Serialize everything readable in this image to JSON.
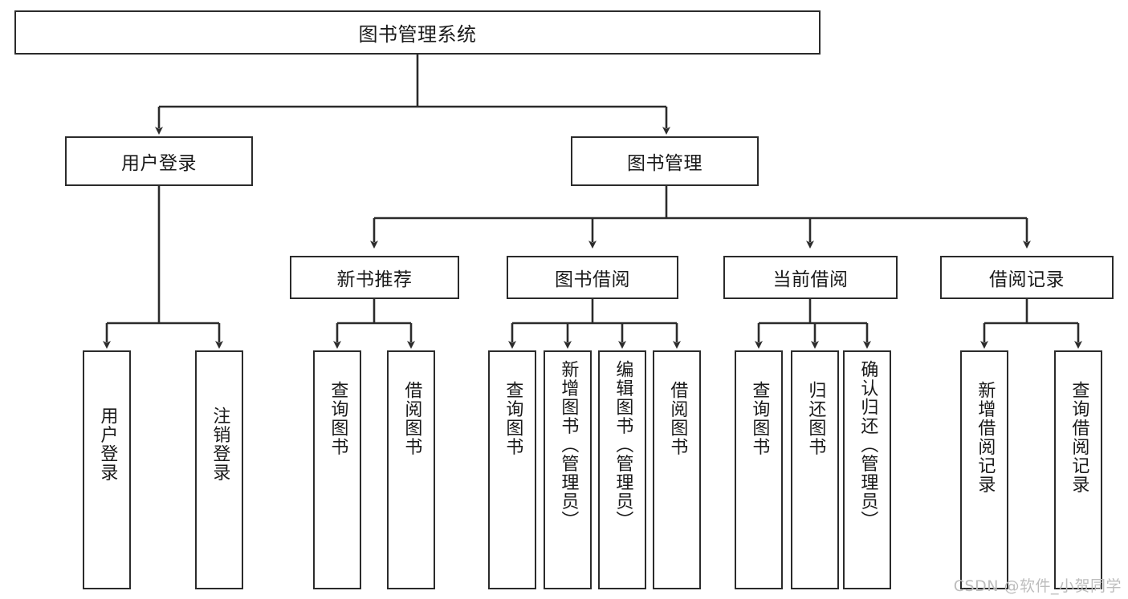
{
  "diagram": {
    "title": "图书管理系统",
    "type": "hierarchy-tree",
    "watermark": "CSDN @软件_小贺同学",
    "colors": {
      "stroke": "#2b2b2b",
      "fill": "#ffffff",
      "text": "#1a1a1a",
      "watermark": "#bdbdbd"
    },
    "levels": {
      "root": {
        "label": "图书管理系统"
      },
      "level2": [
        {
          "label": "用户登录"
        },
        {
          "label": "图书管理"
        }
      ],
      "level3": [
        {
          "label": "新书推荐"
        },
        {
          "label": "图书借阅"
        },
        {
          "label": "当前借阅"
        },
        {
          "label": "借阅记录"
        }
      ],
      "leaves": {
        "user_login": [
          {
            "label": "用户登录"
          },
          {
            "label": "注销登录"
          }
        ],
        "new_book_recommend": [
          {
            "label": "查询图书"
          },
          {
            "label": "借阅图书"
          }
        ],
        "book_borrow": [
          {
            "label": "查询图书"
          },
          {
            "label": "新增图书（管理员）"
          },
          {
            "label": "编辑图书（管理员）"
          },
          {
            "label": "借阅图书"
          }
        ],
        "current_borrow": [
          {
            "label": "查询图书"
          },
          {
            "label": "归还图书"
          },
          {
            "label": "确认归还（管理员）"
          }
        ],
        "borrow_record": [
          {
            "label": "新增借阅记录"
          },
          {
            "label": "查询借阅记录"
          }
        ]
      }
    }
  }
}
